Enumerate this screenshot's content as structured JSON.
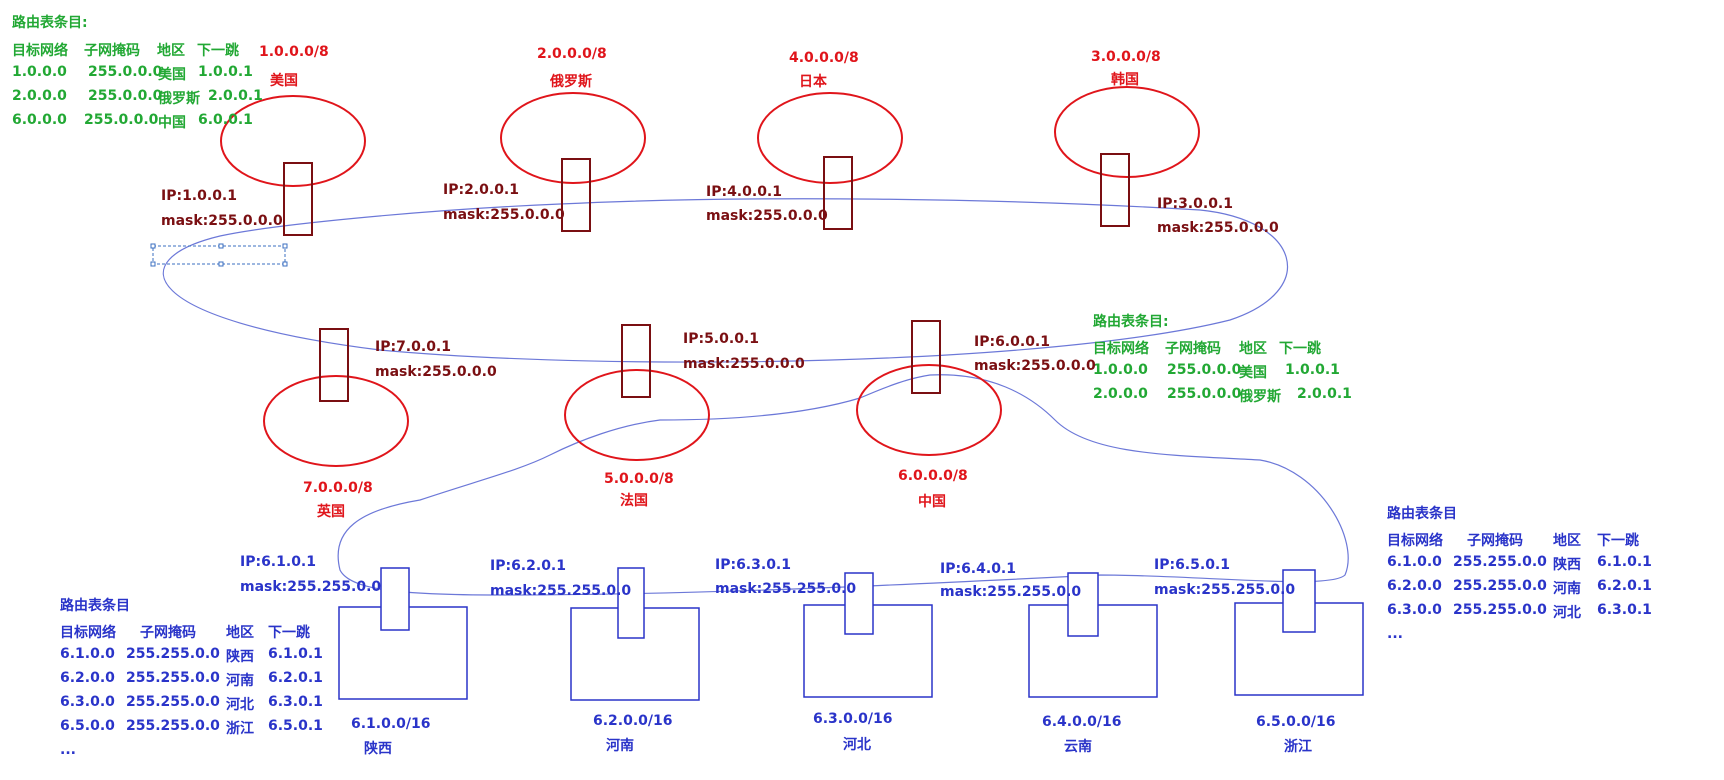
{
  "colors": {
    "green": "#22a834",
    "red": "#e0151b",
    "dark_red": "#7a0f12",
    "blue": "#2a34c9",
    "link_line": "#6c78d8"
  },
  "rt_top_left": {
    "title": "路由表条目:",
    "headers": [
      "目标网络",
      "子网掩码",
      "地区",
      "下一跳"
    ],
    "rows": [
      [
        "1.0.0.0",
        "255.0.0.0",
        "美国",
        "1.0.0.1"
      ],
      [
        "2.0.0.0",
        "255.0.0.0",
        "俄罗斯",
        "2.0.0.1"
      ],
      [
        "6.0.0.0",
        "255.0.0.0",
        "中国",
        "6.0.0.1"
      ]
    ]
  },
  "rt_middle_right": {
    "title": "路由表条目:",
    "headers": [
      "目标网络",
      "子网掩码",
      "地区",
      "下一跳"
    ],
    "rows": [
      [
        "1.0.0.0",
        "255.0.0.0",
        "美国",
        "1.0.0.1"
      ],
      [
        "2.0.0.0",
        "255.0.0.0",
        "俄罗斯",
        "2.0.0.1"
      ]
    ]
  },
  "rt_bottom_left": {
    "title": "路由表条目",
    "headers": [
      "目标网络",
      "子网掩码",
      "地区",
      "下一跳"
    ],
    "rows": [
      [
        "6.1.0.0",
        "255.255.0.0",
        "陕西",
        "6.1.0.1"
      ],
      [
        "6.2.0.0",
        "255.255.0.0",
        "河南",
        "6.2.0.1"
      ],
      [
        "6.3.0.0",
        "255.255.0.0",
        "河北",
        "6.3.0.1"
      ],
      [
        "6.5.0.0",
        "255.255.0.0",
        "浙江",
        "6.5.0.1"
      ]
    ],
    "more": "..."
  },
  "rt_bottom_right": {
    "title": "路由表条目",
    "headers": [
      "目标网络",
      "子网掩码",
      "地区",
      "下一跳"
    ],
    "rows": [
      [
        "6.1.0.0",
        "255.255.0.0",
        "陕西",
        "6.1.0.1"
      ],
      [
        "6.2.0.0",
        "255.255.0.0",
        "河南",
        "6.2.0.1"
      ],
      [
        "6.3.0.0",
        "255.255.0.0",
        "河北",
        "6.3.0.1"
      ]
    ],
    "more": "..."
  },
  "networks": {
    "usa": {
      "net": "1.0.0.0/8",
      "name": "美国",
      "ip": "IP:1.0.0.1",
      "mask": "mask:255.0.0.0"
    },
    "russia": {
      "net": "2.0.0.0/8",
      "name": "俄罗斯",
      "ip": "IP:2.0.0.1",
      "mask": "mask:255.0.0.0"
    },
    "japan": {
      "net": "4.0.0.0/8",
      "name": "日本",
      "ip": "IP:4.0.0.1",
      "mask": "mask:255.0.0.0"
    },
    "korea": {
      "net": "3.0.0.0/8",
      "name": "韩国",
      "ip": "IP:3.0.0.1",
      "mask": "mask:255.0.0.0"
    },
    "uk": {
      "net": "7.0.0.0/8",
      "name": "英国",
      "ip": "IP:7.0.0.1",
      "mask": "mask:255.0.0.0"
    },
    "france": {
      "net": "5.0.0.0/8",
      "name": "法国",
      "ip": "IP:5.0.0.1",
      "mask": "mask:255.0.0.0"
    },
    "china": {
      "net": "6.0.0.0/8",
      "name": "中国",
      "ip": "IP:6.0.0.1",
      "mask": "mask:255.0.0.0"
    }
  },
  "subnets": {
    "shaanxi": {
      "net": "6.1.0.0/16",
      "name": "陕西",
      "ip": "IP:6.1.0.1",
      "mask": "mask:255.255.0.0"
    },
    "henan": {
      "net": "6.2.0.0/16",
      "name": "河南",
      "ip": "IP:6.2.0.1",
      "mask": "mask:255.255.0.0"
    },
    "hebei": {
      "net": "6.3.0.0/16",
      "name": "河北",
      "ip": "IP:6.3.0.1",
      "mask": "mask:255.255.0.0"
    },
    "yunnan": {
      "net": "6.4.0.0/16",
      "name": "云南",
      "ip": "IP:6.4.0.1",
      "mask": "mask:255.255.0.0"
    },
    "zhejiang": {
      "net": "6.5.0.0/16",
      "name": "浙江",
      "ip": "IP:6.5.0.1",
      "mask": "mask:255.255.0.0"
    }
  }
}
